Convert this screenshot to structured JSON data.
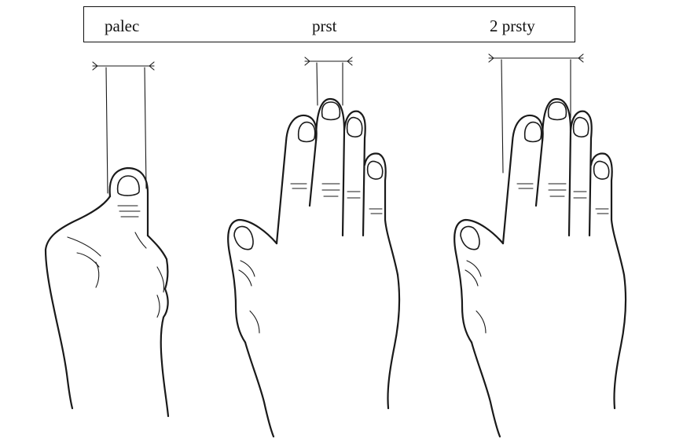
{
  "labels": {
    "thumb": "palec",
    "finger": "prst",
    "two_fingers": "2 prsty"
  }
}
